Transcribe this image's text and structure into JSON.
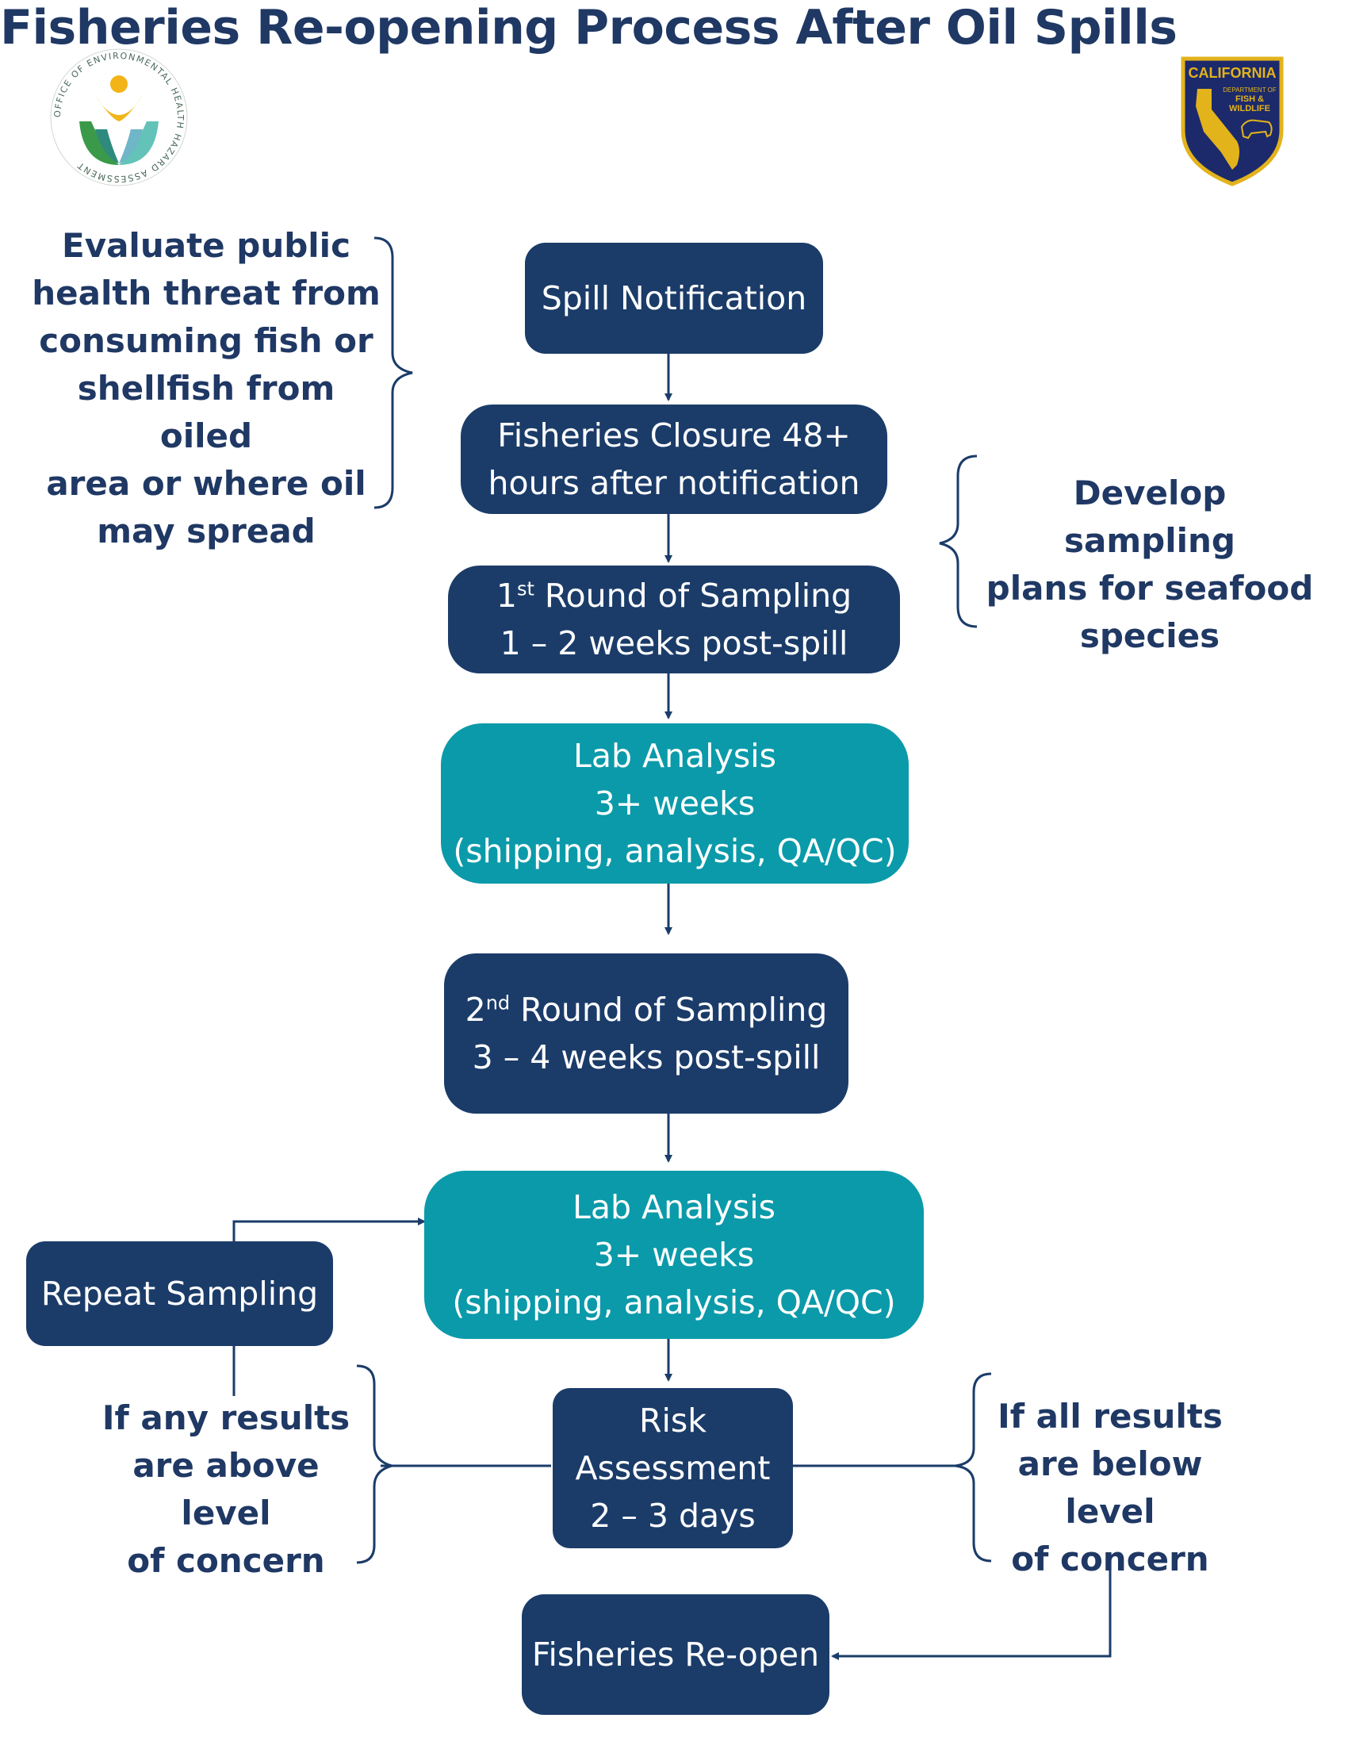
{
  "title": "Fisheries Re-opening Process After Oil Spills",
  "logos": {
    "oehha_ring_text": "OFFICE OF ENVIRONMENTAL HEALTH HAZARD ASSESSMENT",
    "cdfw_line1": "CALIFORNIA",
    "cdfw_line2": "DEPARTMENT OF",
    "cdfw_line3": "FISH &",
    "cdfw_line4": "WILDLIFE"
  },
  "steps": {
    "spill": {
      "line1": "Spill Notification"
    },
    "closure": {
      "line1": "Fisheries Closure 48+",
      "line2": "hours after notification"
    },
    "round1": {
      "num": "1",
      "sup": "st",
      "rest": " Round of Sampling",
      "line2": "1 – 2 weeks post-spill"
    },
    "lab1": {
      "line1": "Lab Analysis",
      "line2": "3+ weeks",
      "line3": "(shipping, analysis, QA/QC)"
    },
    "round2": {
      "num": "2",
      "sup": "nd",
      "rest": " Round of Sampling",
      "line2": "3 – 4 weeks post-spill"
    },
    "lab2": {
      "line1": "Lab Analysis",
      "line2": "3+ weeks",
      "line3": "(shipping, analysis, QA/QC)"
    },
    "repeat": {
      "line1": "Repeat Sampling"
    },
    "risk": {
      "line1": "Risk",
      "line2": "Assessment",
      "line3": "2 – 3 days"
    },
    "reopen": {
      "line1": "Fisheries Re-open"
    }
  },
  "notes": {
    "evaluate": [
      "Evaluate public",
      "health threat from",
      "consuming fish or",
      "shellfish from oiled",
      "area or where oil",
      "may spread"
    ],
    "develop": [
      "Develop sampling",
      "plans for seafood",
      "species"
    ],
    "above": [
      "If any results",
      "are above level",
      "of concern"
    ],
    "below": [
      "If all results",
      "are below level",
      "of concern"
    ]
  },
  "colors": {
    "dark": "#1b3c69",
    "teal": "#0b9aa9",
    "text": "#1f3864",
    "gold": "#f2b417",
    "green": "#3a9a4a",
    "lightteal": "#63c3b8"
  }
}
